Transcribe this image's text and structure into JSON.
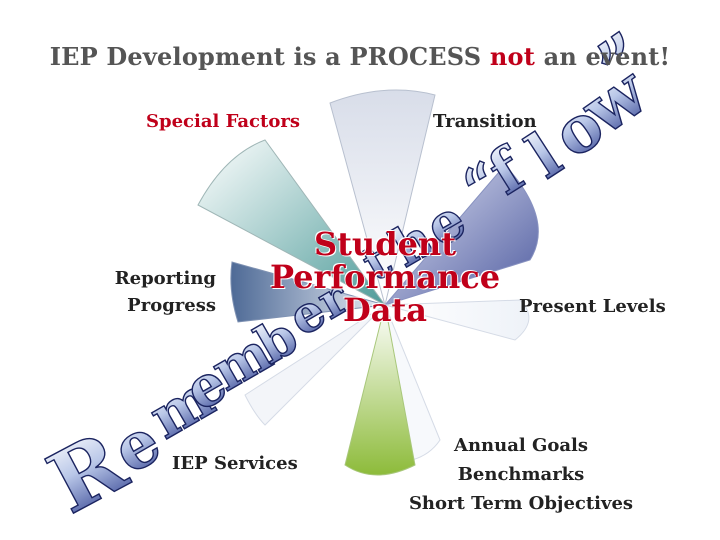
{
  "title": {
    "part1": "IEP Development is a PROCESS ",
    "emphasis": "not",
    "part2": " an event!"
  },
  "labels": {
    "special_factors": "Special Factors",
    "transition": "Transition",
    "reporting_progress_1": "Reporting",
    "reporting_progress_2": "Progress",
    "present_levels": "Present Levels",
    "iep_services": "IEP Services",
    "annual_goals": "Annual Goals",
    "benchmarks": "Benchmarks",
    "short_term_objectives": "Short Term Objectives"
  },
  "center": {
    "line1": "Student",
    "line2": "Performance",
    "line3": "Data"
  },
  "wordart": [
    "R",
    "e",
    "m",
    "e",
    "m",
    "b",
    "e",
    "r",
    " ",
    "t",
    "h",
    "e",
    " ",
    "“",
    "f",
    "l",
    "o",
    "w",
    "”"
  ],
  "colors": {
    "accent_red": "#c0001a",
    "teal": "#5fa7a5",
    "gray_blue": "#7f92b3",
    "green": "#9cc24e",
    "dark_blue": "#5c6aa8"
  }
}
